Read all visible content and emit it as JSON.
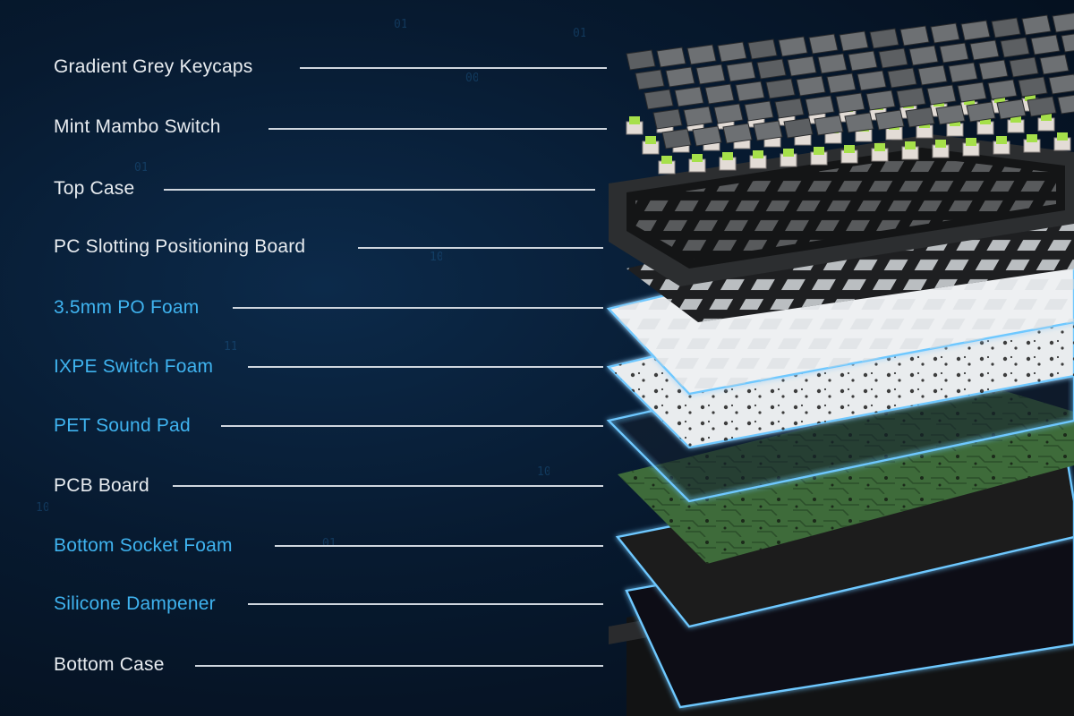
{
  "labels": [
    {
      "text": "Gradient Grey Keycaps",
      "style": "white"
    },
    {
      "text": "Mint Mambo Switch",
      "style": "white"
    },
    {
      "text": "Top Case",
      "style": "white"
    },
    {
      "text": "PC Slotting Positioning Board",
      "style": "white"
    },
    {
      "text": "3.5mm PO Foam",
      "style": "blue"
    },
    {
      "text": "IXPE Switch Foam",
      "style": "blue"
    },
    {
      "text": "PET Sound Pad",
      "style": "blue"
    },
    {
      "text": "PCB Board",
      "style": "white"
    },
    {
      "text": "Bottom Socket Foam",
      "style": "blue"
    },
    {
      "text": "Silicone Dampener",
      "style": "blue"
    },
    {
      "text": "Bottom Case",
      "style": "white"
    }
  ],
  "colors": {
    "label_white": "#e8ecf0",
    "label_blue": "#3fb3ef",
    "glow": "#6ec8ff",
    "pcb": "#3e6b3a",
    "switch_stem": "#a6e04a"
  }
}
